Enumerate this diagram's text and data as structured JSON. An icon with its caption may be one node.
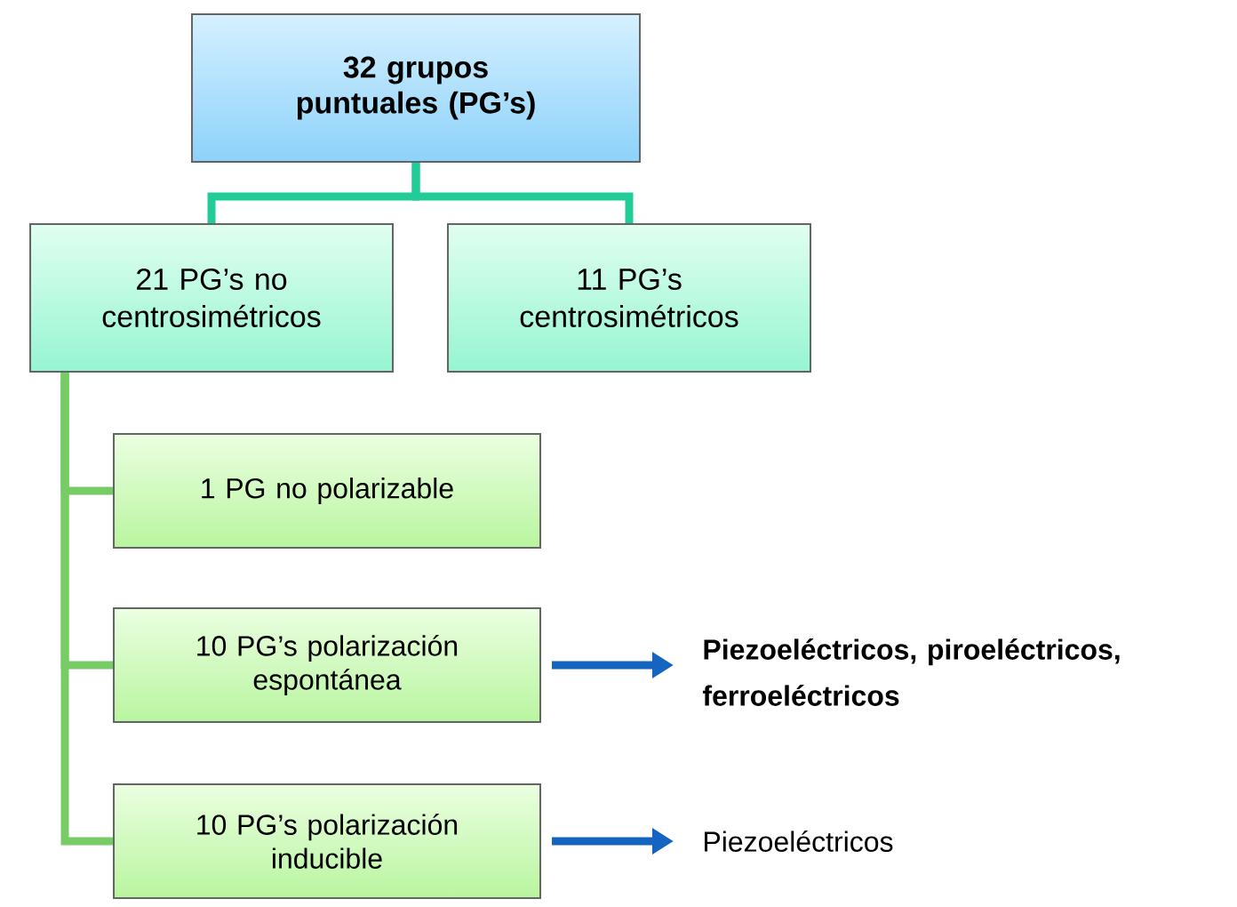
{
  "diagram": {
    "nodes": [
      {
        "text": [
          "32 grupos puntuales (PG’s)"
        ]
      },
      {
        "text": [
          "21 PG’s no centrosimétricos"
        ]
      },
      {
        "text": [
          "11 PG’s centrosimétricos"
        ]
      },
      {
        "text": [
          "1 PG no polarizable"
        ]
      },
      {
        "text": [
          "10 PG’s polarización espontánea"
        ]
      },
      {
        "text": [
          "10 PG’s polarización inducible"
        ]
      },
      {
        "text": [
          "Piezoeléctricos, piroeléctricos, ferroeléctricos"
        ]
      },
      {
        "text": [
          "Piezoeléctricos"
        ]
      }
    ],
    "edges": [
      {
        "from": 0,
        "to": 1,
        "arrow": "none",
        "color": "#22cc99"
      },
      {
        "from": 0,
        "to": 2,
        "arrow": "none",
        "color": "#22cc99"
      },
      {
        "from": 1,
        "to": 3,
        "arrow": "none",
        "color": "#77cc66"
      },
      {
        "from": 1,
        "to": 4,
        "arrow": "none",
        "color": "#77cc66"
      },
      {
        "from": 1,
        "to": 5,
        "arrow": "none",
        "color": "#77cc66"
      },
      {
        "from": 4,
        "to": 6,
        "arrow": "to",
        "color": "#1565c0"
      },
      {
        "from": 5,
        "to": 7,
        "arrow": "to",
        "color": "#1565c0"
      }
    ]
  }
}
